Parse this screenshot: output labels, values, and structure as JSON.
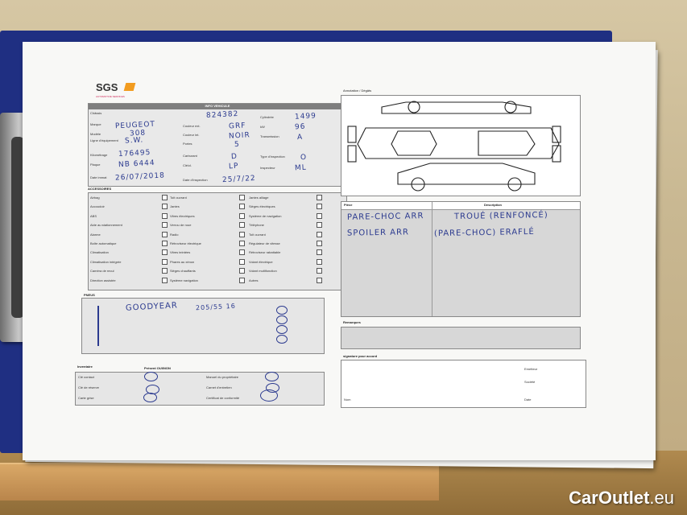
{
  "logo": {
    "name": "SGS",
    "sub": "AUTOMOTIVE SERVICES"
  },
  "section_titles": {
    "info": "INFO VEHICULE",
    "accessoires": "ACCESSOIRES",
    "pneus": "PNEUS",
    "inventaire": "Inventaire",
    "present": "Présent OUI/NON",
    "annotation": "Annotation / Dégâts",
    "pieces": "Pièce",
    "description": "Description",
    "remarques": "Remarques",
    "signature": "signature pour accord"
  },
  "vehicle_labels": [
    "Châssis",
    "Marque",
    "Modèle",
    "Ligne d'équipement",
    "Kilométrage",
    "Plaque",
    "Date immat"
  ],
  "vehicle_labels_mid": [
    "Couleur ext.",
    "Couleur int.",
    "Portes",
    "Carburant",
    "Clé/cl.",
    "Date d'inspection"
  ],
  "vehicle_labels_right": [
    "Cylindrée",
    "kW",
    "Transmission",
    "Type d'inspection",
    "Inspecteur"
  ],
  "handwritten": {
    "chassis": "824382",
    "marque": "PEUGEOT",
    "modele": "308",
    "ligne": "S.W.",
    "couleur_ext": "GRF",
    "couleur_int": "NOIR",
    "portes": "5",
    "cylindree": "1499",
    "kw": "96",
    "transmission": "A",
    "km": "176495",
    "plaque": "NB 6444",
    "carburant": "D",
    "cle": "LP",
    "type_insp": "O",
    "inspecteur": "ML",
    "date_immat": "26/07/2018",
    "date_insp": "25/7/22",
    "pneu_brand": "GOODYEAR",
    "pneu_size": "205/55 16",
    "damage1_piece": "PARE-CHOC ARR",
    "damage1_desc": "TROUÉ (RENFONCÉ)",
    "damage2_piece": "SPOILER ARR",
    "damage2_desc": "(PARE-CHOC) ERAFLÉ"
  },
  "accessories_col1": [
    "Airbag",
    "Accoudoir",
    "ABS",
    "Aide au stationnement",
    "Alarme",
    "Boîte automatique",
    "Climatisation",
    "Climatisation intégrée",
    "Caméra de recul",
    "Direction assistée"
  ],
  "accessories_col2": [
    "Toit ouvrant",
    "Jantes",
    "Vitres électriques",
    "Verrou de roue",
    "Radio",
    "Rétroviseur électrique",
    "Vitres teintées",
    "Phares au xénon",
    "Sièges chauffants",
    "Système navigation"
  ],
  "accessories_col3": [
    "Jantes alliage",
    "Sièges électriques",
    "Système de navigation",
    "Téléphone",
    "Toit ouvrant",
    "Régulateur de vitesse",
    "Rétroviseur rabattable",
    "Volant électrique",
    "Volant multifonction",
    "Autres"
  ],
  "inventory_left": [
    "Clé contact",
    "Clé de réserve",
    "Carte grise"
  ],
  "inventory_right": [
    "Manuel du propriétaire",
    "Carnet d'entretien",
    "Certificat de conformité"
  ],
  "signature_fields": [
    "Emetteur",
    "Société",
    "Nom",
    "Date"
  ],
  "watermark": {
    "name": "CarOutlet",
    ".eu": ".eu"
  }
}
